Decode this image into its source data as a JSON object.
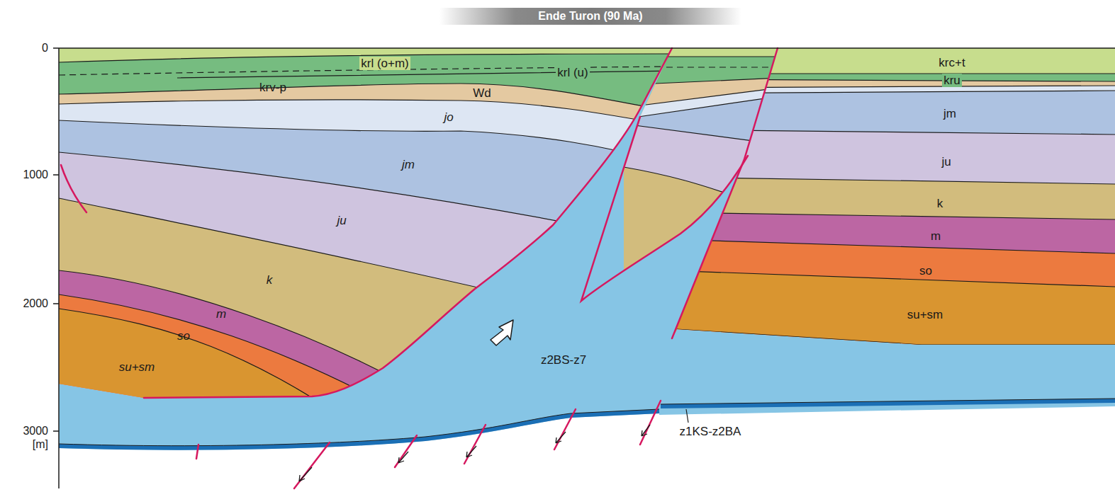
{
  "diagram": {
    "title": "Ende Turon (90 Ma)",
    "labels": [
      "0",
      "1000",
      "2000",
      "3000",
      "[m]",
      "krl (o+m)",
      "krl (u)",
      "krv-p",
      "Wd",
      "jo",
      "jm",
      "ju",
      "k",
      "m",
      "so",
      "su+sm",
      "z2BS-z7",
      "krc+t",
      "kru",
      "jm",
      "ju",
      "k",
      "m",
      "so",
      "su+sm",
      "z1KS-z2BA"
    ]
  }
}
